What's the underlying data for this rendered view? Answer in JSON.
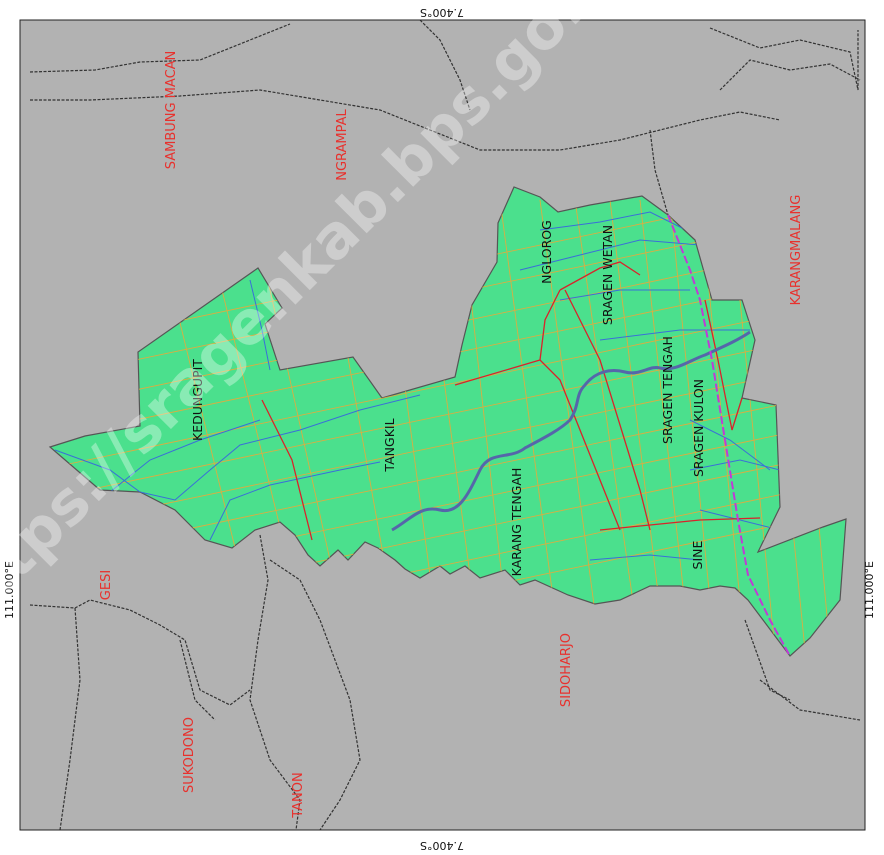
{
  "coordinates": {
    "top": "7.400°S",
    "bottom": "7.400°S",
    "left": "111.000°E",
    "right": "111.000°E"
  },
  "watermark": "https://sragenkab.bps.go.id",
  "region_labels": {
    "sambung_macan": "SAMBUNG MACAN",
    "ngrampal": "NGRAMPAL",
    "karangmalang": "KARANGMALANG",
    "gesi": "GESI",
    "sukodono": "SUKODONO",
    "tanon": "TANON",
    "sidoharjo": "SIDOHARJO"
  },
  "village_labels": {
    "nglorog": "NGLOROG",
    "sragen_wetan": "SRAGEN WETAN",
    "sragen_tengah": "SRAGEN TENGAH",
    "sragen_kulon": "SRAGEN KULON",
    "kedungupit": "KEDUNGUPIT",
    "tangkil": "TANGKIL",
    "karang_tengah": "KARANG TENGAH",
    "sine": "SINE"
  },
  "colors": {
    "district_fill": "#4be08d",
    "outside_fill": "#b2b2b2",
    "region_label": "#e8312d",
    "village_label": "#111111",
    "road": "#e9a93a",
    "river": "#3a6fd8",
    "main_road": "#d9232a",
    "railway": "#c03bd6"
  }
}
